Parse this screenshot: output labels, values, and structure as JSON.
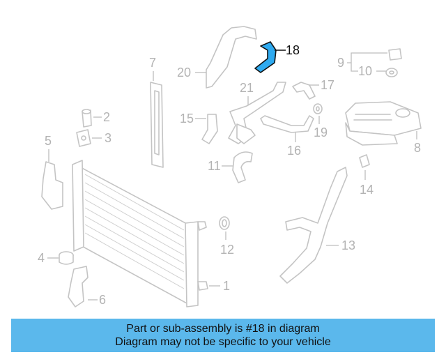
{
  "colors": {
    "highlight": "#2eaaf0",
    "banner": "#5bb8ec",
    "part_outline": "#c4c4c4"
  },
  "callouts": {
    "c1": "1",
    "c2": "2",
    "c3": "3",
    "c4": "4",
    "c5": "5",
    "c6": "6",
    "c7": "7",
    "c8": "8",
    "c9": "9",
    "c10": "10",
    "c11": "11",
    "c12": "12",
    "c13": "13",
    "c14": "14",
    "c15": "15",
    "c16": "16",
    "c17": "17",
    "c18": "18",
    "c19": "19",
    "c20": "20",
    "c21": "21"
  },
  "highlighted_part": "18",
  "banner": {
    "line1": "Part or sub-assembly is #18 in diagram",
    "line2": "Diagram may not be specific to your vehicle"
  }
}
